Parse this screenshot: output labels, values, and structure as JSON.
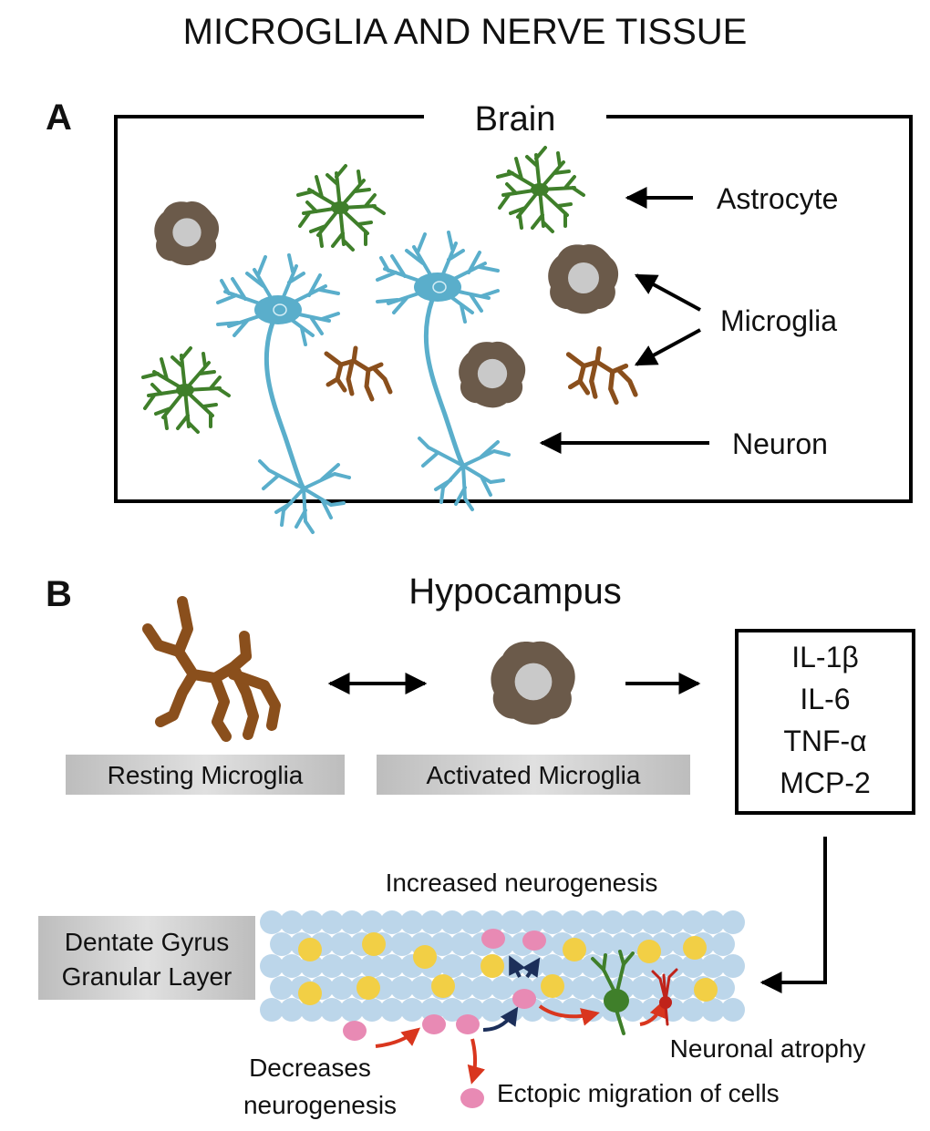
{
  "title": "MICROGLIA AND NERVE TISSUE",
  "panel_a": {
    "letter": "A",
    "box_title": "Brain",
    "labels": {
      "astrocyte": "Astrocyte",
      "microglia": "Microglia",
      "neuron": "Neuron"
    }
  },
  "panel_b": {
    "letter": "B",
    "title": "Hypocampus",
    "resting_label": "Resting Microglia",
    "activated_label": "Activated Microglia",
    "cytokines": [
      "IL-1β",
      "IL-6",
      "TNF-α",
      "MCP-2"
    ],
    "increased": "Increased neurogenesis",
    "layer_label": [
      "Dentate Gyrus",
      "Granular Layer"
    ],
    "decreases": [
      "Decreases",
      "neurogenesis"
    ],
    "atrophy": "Neuronal atrophy",
    "ectopic": "Ectopic migration of cells"
  },
  "colors": {
    "astrocyte": "#3f7f2a",
    "neuron": "#5aaecb",
    "resting_microglia": "#8a4f1c",
    "activated_microglia": "#6b5a4a",
    "nucleus": "#c9c9c9",
    "granule_cell": "#bcd6ea",
    "yellow_cell": "#f2cf45",
    "pink_cell": "#e88ab4",
    "red_arrow": "#d9361e",
    "dark_arrow": "#1c2f5a",
    "label_box": "#c8c8c8"
  }
}
